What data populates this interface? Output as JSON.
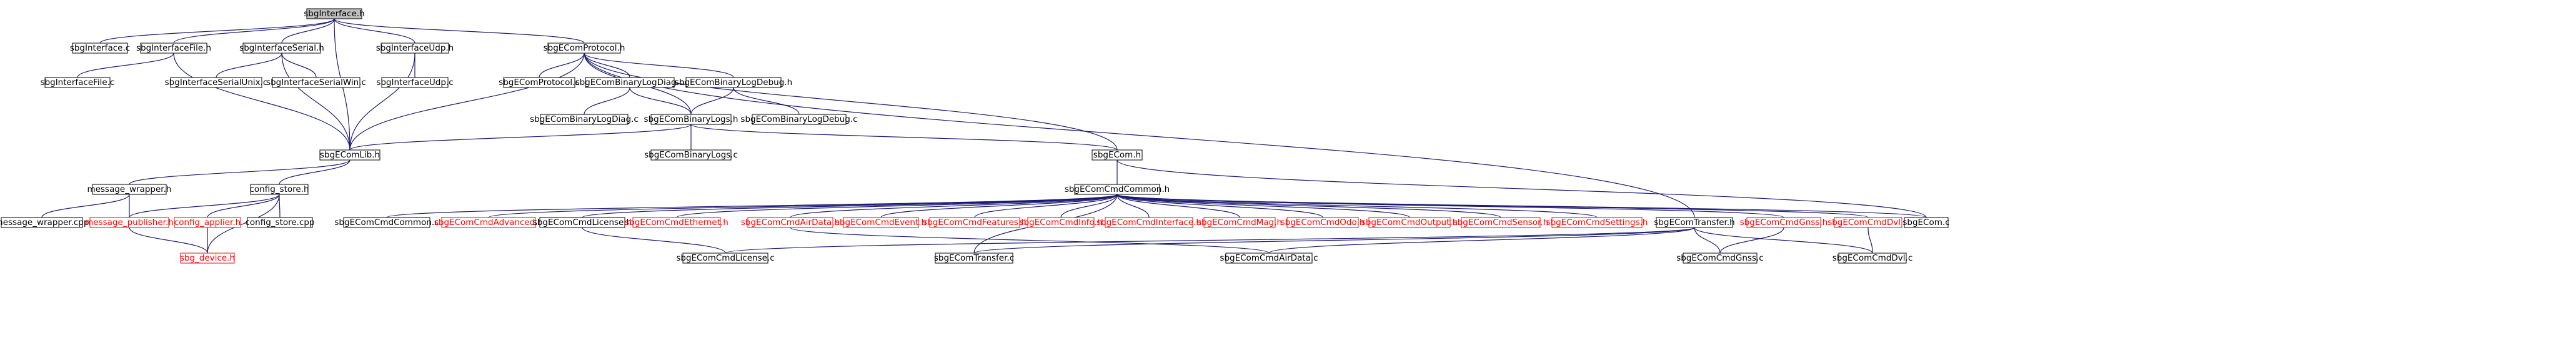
{
  "graph": {
    "edge_color": "#191970",
    "missing_color": "#ff0000",
    "nodes": [
      {
        "id": "sbgInterface_h",
        "label": "sbgInterface.h",
        "kind": "focus"
      },
      {
        "id": "sbgInterface_c",
        "label": "sbgInterface.c"
      },
      {
        "id": "sbgInterfaceFile_h",
        "label": "sbgInterfaceFile.h"
      },
      {
        "id": "sbgInterfaceSerial_h",
        "label": "sbgInterfaceSerial.h"
      },
      {
        "id": "sbgInterfaceUdp_h",
        "label": "sbgInterfaceUdp.h"
      },
      {
        "id": "sbgEComProtocol_h",
        "label": "sbgEComProtocol.h"
      },
      {
        "id": "sbgInterfaceFile_c",
        "label": "sbgInterfaceFile.c"
      },
      {
        "id": "sbgInterfaceSerialUnix_c",
        "label": "sbgInterfaceSerialUnix.c"
      },
      {
        "id": "sbgInterfaceSerialWin_c",
        "label": "sbgInterfaceSerialWin.c"
      },
      {
        "id": "sbgInterfaceUdp_c",
        "label": "sbgInterfaceUdp.c"
      },
      {
        "id": "sbgEComProtocol_c",
        "label": "sbgEComProtocol.c"
      },
      {
        "id": "sbgEComBinaryLogDiag_h",
        "label": "sbgEComBinaryLogDiag.h"
      },
      {
        "id": "sbgEComBinaryLogDebug_h",
        "label": "sbgEComBinaryLogDebug.h"
      },
      {
        "id": "sbgEComBinaryLogDiag_c",
        "label": "sbgEComBinaryLogDiag.c"
      },
      {
        "id": "sbgEComBinaryLogs_h",
        "label": "sbgEComBinaryLogs.h"
      },
      {
        "id": "sbgEComBinaryLogDebug_c",
        "label": "sbgEComBinaryLogDebug.c"
      },
      {
        "id": "sbgEComLib_h",
        "label": "sbgEComLib.h"
      },
      {
        "id": "sbgECom_h",
        "label": "sbgECom.h"
      },
      {
        "id": "sbgEComBinaryLogs_c",
        "label": "sbgEComBinaryLogs.c"
      },
      {
        "id": "message_wrapper_h",
        "label": "message_wrapper.h"
      },
      {
        "id": "config_store_h",
        "label": "config_store.h"
      },
      {
        "id": "sbgEComCmdCommon_h",
        "label": "sbgEComCmdCommon.h"
      },
      {
        "id": "message_wrapper_cpp",
        "label": "message_wrapper.cpp"
      },
      {
        "id": "message_publisher_h",
        "label": "message_publisher.h",
        "kind": "missing"
      },
      {
        "id": "config_applier_h",
        "label": "config_applier.h",
        "kind": "missing"
      },
      {
        "id": "config_store_cpp",
        "label": "config_store.cpp"
      },
      {
        "id": "sbg_device_h",
        "label": "sbg_device.h",
        "kind": "missing"
      },
      {
        "id": "sbgEComCmdCommon_c",
        "label": "sbgEComCmdCommon.c"
      },
      {
        "id": "sbgEComCmdAdvanced_h",
        "label": "sbgEComCmdAdvanced.h",
        "kind": "missing"
      },
      {
        "id": "sbgEComCmdLicense_h",
        "label": "sbgEComCmdLicense.h"
      },
      {
        "id": "sbgEComCmdEthernet_h",
        "label": "sbgEComCmdEthernet.h",
        "kind": "missing"
      },
      {
        "id": "sbgEComCmdAirData_h",
        "label": "sbgEComCmdAirData.h",
        "kind": "missing"
      },
      {
        "id": "sbgEComCmdEvent_h",
        "label": "sbgEComCmdEvent.h",
        "kind": "missing"
      },
      {
        "id": "sbgEComCmdFeatures_h",
        "label": "sbgEComCmdFeatures.h",
        "kind": "missing"
      },
      {
        "id": "sbgEComCmdInfo_h",
        "label": "sbgEComCmdInfo.h",
        "kind": "missing"
      },
      {
        "id": "sbgEComCmdInterface_h",
        "label": "sbgEComCmdInterface.h",
        "kind": "missing"
      },
      {
        "id": "sbgEComCmdMag_h",
        "label": "sbgEComCmdMag.h",
        "kind": "missing"
      },
      {
        "id": "sbgEComCmdOdo_h",
        "label": "sbgEComCmdOdo.h",
        "kind": "missing"
      },
      {
        "id": "sbgEComCmdOutput_h",
        "label": "sbgEComCmdOutput.h",
        "kind": "missing"
      },
      {
        "id": "sbgEComCmdSensor_h",
        "label": "sbgEComCmdSensor.h",
        "kind": "missing"
      },
      {
        "id": "sbgEComCmdSettings_h",
        "label": "sbgEComCmdSettings.h",
        "kind": "missing"
      },
      {
        "id": "sbgEComTransfer_h",
        "label": "sbgEComTransfer.h"
      },
      {
        "id": "sbgEComCmdGnss_h",
        "label": "sbgEComCmdGnss.h",
        "kind": "missing"
      },
      {
        "id": "sbgEComCmdDvl_h",
        "label": "sbgEComCmdDvl.h",
        "kind": "missing"
      },
      {
        "id": "sbgECom_c",
        "label": "sbgECom.c"
      },
      {
        "id": "sbgEComCmdLicense_c",
        "label": "sbgEComCmdLicense.c"
      },
      {
        "id": "sbgEComTransfer_c",
        "label": "sbgEComTransfer.c"
      },
      {
        "id": "sbgEComCmdAirData_c",
        "label": "sbgEComCmdAirData.c"
      },
      {
        "id": "sbgEComCmdGnss_c",
        "label": "sbgEComCmdGnss.c"
      },
      {
        "id": "sbgEComCmdDvl_c",
        "label": "sbgEComCmdDvl.c"
      }
    ],
    "edges": [
      [
        "sbgInterface_h",
        "sbgInterface_c"
      ],
      [
        "sbgInterface_h",
        "sbgInterfaceFile_h"
      ],
      [
        "sbgInterface_h",
        "sbgInterfaceSerial_h"
      ],
      [
        "sbgInterface_h",
        "sbgInterfaceUdp_h"
      ],
      [
        "sbgInterface_h",
        "sbgEComProtocol_h"
      ],
      [
        "sbgInterface_h",
        "sbgEComLib_h"
      ],
      [
        "sbgInterfaceFile_h",
        "sbgInterfaceFile_c"
      ],
      [
        "sbgInterfaceFile_h",
        "sbgEComLib_h"
      ],
      [
        "sbgInterfaceSerial_h",
        "sbgInterfaceSerialUnix_c"
      ],
      [
        "sbgInterfaceSerial_h",
        "sbgInterfaceSerialWin_c"
      ],
      [
        "sbgInterfaceSerial_h",
        "sbgEComLib_h"
      ],
      [
        "sbgInterfaceUdp_h",
        "sbgInterfaceUdp_c"
      ],
      [
        "sbgInterfaceUdp_h",
        "sbgEComLib_h"
      ],
      [
        "sbgEComProtocol_h",
        "sbgEComProtocol_c"
      ],
      [
        "sbgEComProtocol_h",
        "sbgEComBinaryLogDiag_h"
      ],
      [
        "sbgEComProtocol_h",
        "sbgEComBinaryLogDebug_h"
      ],
      [
        "sbgEComProtocol_h",
        "sbgEComBinaryLogs_h"
      ],
      [
        "sbgEComProtocol_h",
        "sbgEComLib_h"
      ],
      [
        "sbgEComProtocol_h",
        "sbgECom_h"
      ],
      [
        "sbgEComProtocol_h",
        "sbgEComTransfer_h"
      ],
      [
        "sbgEComBinaryLogDiag_h",
        "sbgEComBinaryLogDiag_c"
      ],
      [
        "sbgEComBinaryLogDiag_h",
        "sbgEComBinaryLogs_h"
      ],
      [
        "sbgEComBinaryLogDebug_h",
        "sbgEComBinaryLogs_h"
      ],
      [
        "sbgEComBinaryLogDebug_h",
        "sbgEComBinaryLogDebug_c"
      ],
      [
        "sbgEComBinaryLogs_h",
        "sbgEComLib_h"
      ],
      [
        "sbgEComBinaryLogs_h",
        "sbgECom_h"
      ],
      [
        "sbgEComBinaryLogs_h",
        "sbgEComBinaryLogs_c"
      ],
      [
        "sbgEComLib_h",
        "message_wrapper_h"
      ],
      [
        "sbgEComLib_h",
        "config_store_h"
      ],
      [
        "message_wrapper_h",
        "message_wrapper_cpp"
      ],
      [
        "message_wrapper_h",
        "message_publisher_h"
      ],
      [
        "config_store_h",
        "message_publisher_h"
      ],
      [
        "config_store_h",
        "config_applier_h"
      ],
      [
        "config_store_h",
        "config_store_cpp"
      ],
      [
        "config_store_h",
        "sbg_device_h"
      ],
      [
        "message_publisher_h",
        "sbg_device_h"
      ],
      [
        "config_applier_h",
        "sbg_device_h"
      ],
      [
        "sbgECom_h",
        "sbgEComCmdCommon_h"
      ],
      [
        "sbgECom_h",
        "sbgECom_c"
      ],
      [
        "sbgEComCmdCommon_h",
        "sbgEComCmdCommon_c"
      ],
      [
        "sbgEComCmdCommon_h",
        "sbgEComCmdAdvanced_h"
      ],
      [
        "sbgEComCmdCommon_h",
        "sbgEComCmdLicense_h"
      ],
      [
        "sbgEComCmdCommon_h",
        "sbgEComCmdEthernet_h"
      ],
      [
        "sbgEComCmdCommon_h",
        "sbgEComCmdAirData_h"
      ],
      [
        "sbgEComCmdCommon_h",
        "sbgEComCmdEvent_h"
      ],
      [
        "sbgEComCmdCommon_h",
        "sbgEComCmdFeatures_h"
      ],
      [
        "sbgEComCmdCommon_h",
        "sbgEComCmdInfo_h"
      ],
      [
        "sbgEComCmdCommon_h",
        "sbgEComCmdInterface_h"
      ],
      [
        "sbgEComCmdCommon_h",
        "sbgEComCmdMag_h"
      ],
      [
        "sbgEComCmdCommon_h",
        "sbgEComCmdOdo_h"
      ],
      [
        "sbgEComCmdCommon_h",
        "sbgEComCmdOutput_h"
      ],
      [
        "sbgEComCmdCommon_h",
        "sbgEComCmdSensor_h"
      ],
      [
        "sbgEComCmdCommon_h",
        "sbgEComCmdSettings_h"
      ],
      [
        "sbgEComCmdCommon_h",
        "sbgEComCmdGnss_h"
      ],
      [
        "sbgEComCmdCommon_h",
        "sbgEComCmdDvl_h"
      ],
      [
        "sbgEComCmdCommon_h",
        "sbgECom_c"
      ],
      [
        "sbgEComCmdCommon_h",
        "sbgEComTransfer_c"
      ],
      [
        "sbgEComCmdLicense_h",
        "sbgEComCmdLicense_c"
      ],
      [
        "sbgEComCmdAirData_h",
        "sbgEComCmdAirData_c"
      ],
      [
        "sbgEComTransfer_h",
        "sbgEComCmdLicense_c"
      ],
      [
        "sbgEComTransfer_h",
        "sbgEComTransfer_c"
      ],
      [
        "sbgEComTransfer_h",
        "sbgEComCmdAirData_c"
      ],
      [
        "sbgEComTransfer_h",
        "sbgEComCmdGnss_c"
      ],
      [
        "sbgEComTransfer_h",
        "sbgEComCmdDvl_c"
      ],
      [
        "sbgEComCmdGnss_h",
        "sbgEComCmdGnss_c"
      ],
      [
        "sbgEComCmdDvl_h",
        "sbgEComCmdDvl_c"
      ]
    ]
  }
}
